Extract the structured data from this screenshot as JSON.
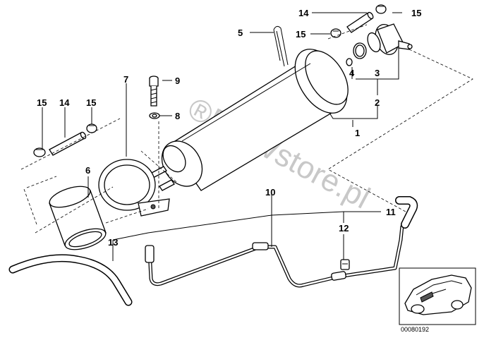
{
  "callouts": {
    "c1": "1",
    "c2": "2",
    "c3": "3",
    "c4": "4",
    "c5": "5",
    "c6": "6",
    "c7": "7",
    "c8": "8",
    "c9": "9",
    "c10": "10",
    "c11": "11",
    "c12": "12",
    "c13": "13",
    "c14a": "14",
    "c14b": "14",
    "c15a": "15",
    "c15b": "15",
    "c15c": "15",
    "c15d": "15"
  },
  "watermark": "®BMWstore.pl",
  "inset": {
    "code": "00080192"
  },
  "colors": {
    "line": "#000000",
    "watermark": "#c8c8c8",
    "shade": "#555555"
  }
}
